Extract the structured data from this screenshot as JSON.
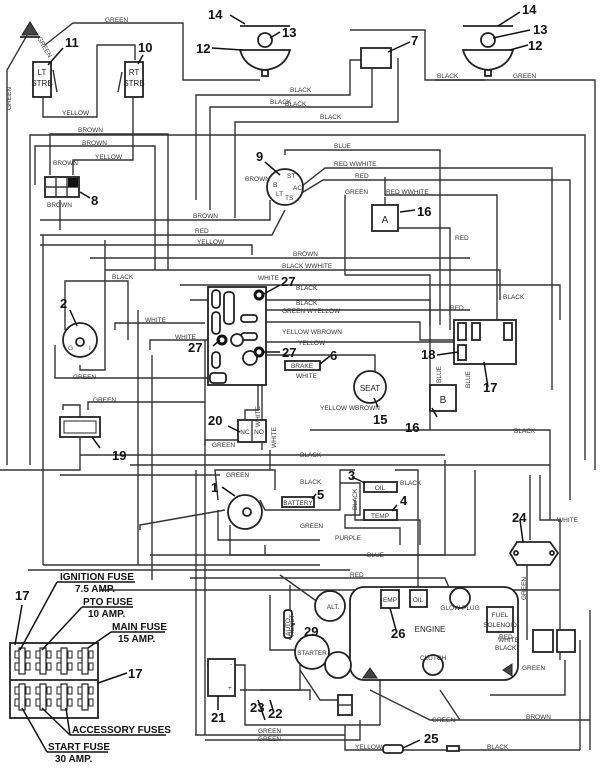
{
  "diagram": {
    "type": "wiring-schematic",
    "ref_code": "..."
  },
  "callouts": {
    "c1": "1",
    "c2": "2",
    "c3": "3",
    "c4": "4",
    "c5": "5",
    "c6": "6",
    "c7": "7",
    "c8": "8",
    "c9": "9",
    "c10": "10",
    "c11": "11",
    "c12": "12",
    "c13": "13",
    "c14": "14",
    "c15": "15",
    "c16": "16",
    "c17": "17",
    "c18": "18",
    "c19": "19",
    "c20": "20",
    "c21": "21",
    "c22": "22",
    "c23": "23",
    "c24": "24",
    "c25": "25",
    "c26": "26",
    "c27": "27",
    "c29": "29"
  },
  "components": {
    "lt_strb": [
      "LT",
      "STRB"
    ],
    "rt_strb": [
      "RT",
      "STRB"
    ],
    "seat": "SEAT",
    "relay_a": "A",
    "relay_b": "B",
    "brake": "BRAKE",
    "battery": "BATTERY",
    "oil": "OIL",
    "temp": "TEMP",
    "engine": "ENGINE",
    "emp": "EMP",
    "oil_sender": "OIL",
    "glow_plug": "GLOW PLUG",
    "fuel_solenoid": [
      "FUEL",
      "SOLENOID"
    ],
    "alt": "ALT.",
    "starter": "STARTER",
    "clutch": "CLUTCH",
    "nc": "NC",
    "no": "NO",
    "ignition_terms": {
      "g": "G",
      "i": "I"
    },
    "key_terms": {
      "st": "ST",
      "b": "B",
      "ac": "AC",
      "lt": "LT",
      "ts": "TS"
    },
    "diode": [
      "AUTO",
      "RESET"
    ]
  },
  "wire_labels": {
    "green_top": "GREEN",
    "green_ground": "GREEN",
    "green_left": "GREEN",
    "yellow_strb": "YELLOW",
    "brown1": "BROWN",
    "brown2": "BROWN",
    "yellow1": "YELLOW",
    "brown_sw": "BROWN",
    "brown_sw2": "BROWN",
    "black_lamp": "BLACK",
    "black2": "BLACK",
    "black3": "BLACK",
    "black4": "BLACK",
    "black_r": "BLACK",
    "green_r": "GREEN",
    "blue": "BLUE",
    "red_white": "RED WWHITE",
    "red": "RED",
    "brown_key": "BROWN",
    "green_a": "GREEN",
    "red_white2": "RED WWHITE",
    "red2": "RED",
    "red3": "RED",
    "red_mid": "RED",
    "yellow_mid": "YELLOW",
    "brown_mid": "BROWN",
    "black_white": "BLACK WWHITE",
    "black_mid1": "BLACK",
    "white27": "WHITE",
    "black_mid2": "BLACK",
    "green_wyellow": "GREEN WYELLOW",
    "yellow_wbrown": "YELLOW WBROWN",
    "yellow2": "YELLOW",
    "white_brake": "WHITE",
    "yellow_wbrown2": "YELLOW WBROWN",
    "black_17": "BLACK",
    "red_17": "RED",
    "blue_b1": "BLUE",
    "blue_b2": "BLUE",
    "black_ign": "BLACK",
    "white_ign1": "WHITE",
    "white_ign2": "WHITE",
    "green_ign": "GREEN",
    "green19": "GREEN",
    "green20": "GREEN",
    "white20": "WHITE",
    "white20b": "WHITE",
    "black_mid3": "BLACK",
    "black_right": "BLACK",
    "green_key": "GREEN",
    "black_key": "BLACK",
    "black_oil": "BLACK",
    "black_v": "BLACK",
    "green_bat": "GREEN",
    "purple": "PURPLE",
    "blue_low": "BLUE",
    "red_low": "RED",
    "white24": "WHITE",
    "green24": "GREEN",
    "red_fs": "RED",
    "white_fs": "WHITE",
    "black_fs": "BLACK",
    "green_gnd": "GREEN",
    "green_clutch": "GREEN",
    "brown_low": "BROWN",
    "yellow_low": "YELLOW",
    "black_low": "BLACK",
    "green_b1": "GREEN",
    "green_b2": "GREEN"
  },
  "fuse_legend": {
    "ignition": {
      "name": "IGNITION FUSE",
      "rating": "7.5 AMP."
    },
    "pto": {
      "name": "PTO FUSE",
      "rating": "10 AMP."
    },
    "main": {
      "name": "MAIN FUSE",
      "rating": "15 AMP."
    },
    "accessory": {
      "name": "ACCESSORY FUSES"
    },
    "start": {
      "name": "START FUSE",
      "rating": "30 AMP."
    }
  }
}
